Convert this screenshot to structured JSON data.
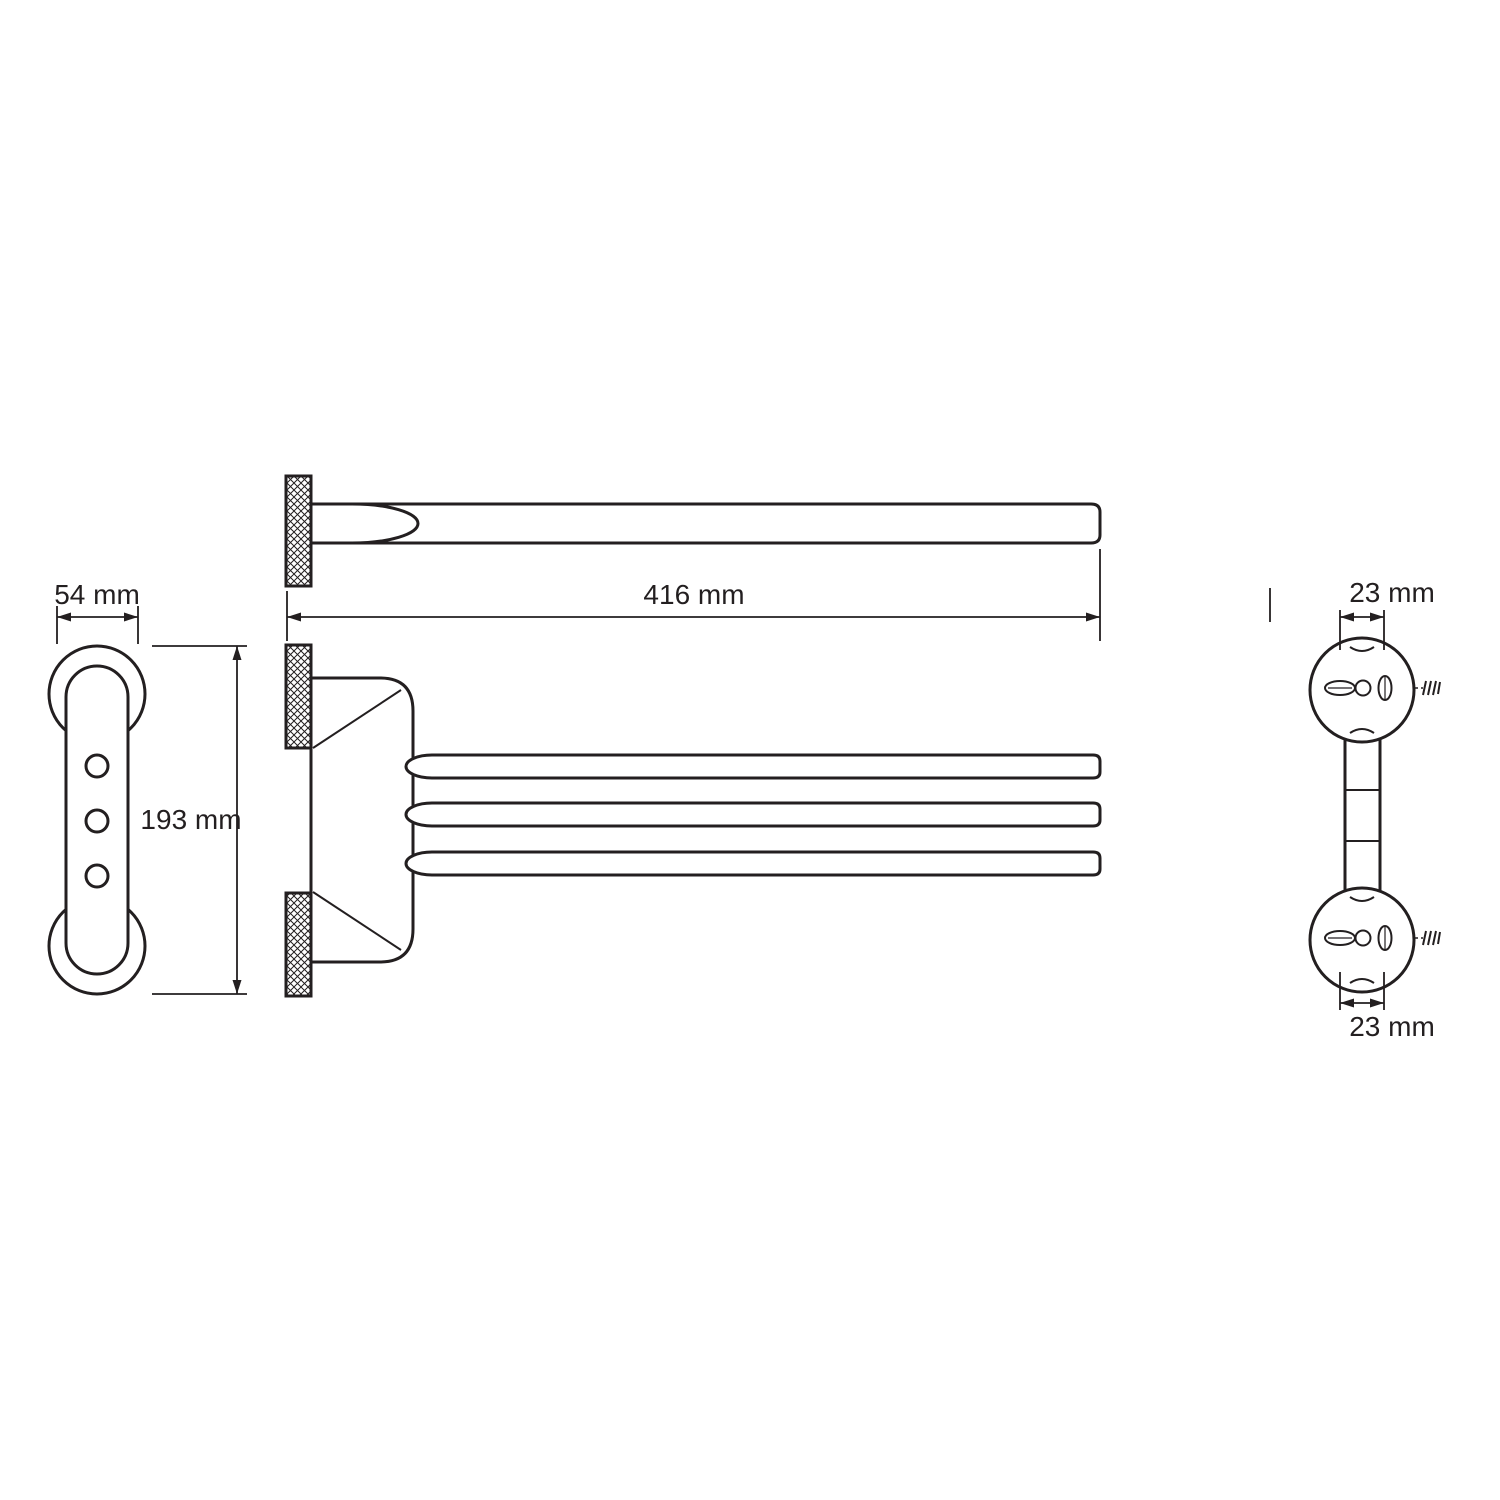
{
  "drawing": {
    "labels": {
      "arm_length": "416 mm",
      "mount_width": "54 mm",
      "mount_height": "193 mm",
      "hole_spacing_top": "23 mm",
      "hole_spacing_bottom": "23 mm"
    },
    "colors": {
      "line": "#231f20",
      "background": "#ffffff"
    }
  }
}
